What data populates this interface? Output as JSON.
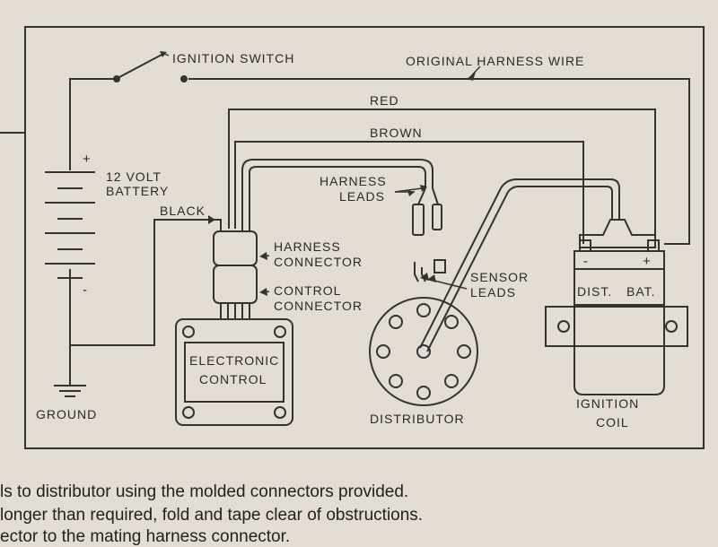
{
  "labels": {
    "ignition_switch": "IGNITION SWITCH",
    "original_harness_wire": "ORIGINAL HARNESS WIRE",
    "red": "RED",
    "brown": "BROWN",
    "battery_line1": "12 VOLT",
    "battery_line2": "BATTERY",
    "black": "BLACK",
    "harness_leads_line1": "HARNESS",
    "harness_leads_line2": "LEADS",
    "harness_connector_line1": "HARNESS",
    "harness_connector_line2": "CONNECTOR",
    "control_connector_line1": "CONTROL",
    "control_connector_line2": "CONNECTOR",
    "sensor_leads_line1": "SENSOR",
    "sensor_leads_line2": "LEADS",
    "electronic_control_line1": "ELECTRONIC",
    "electronic_control_line2": "CONTROL",
    "distributor": "DISTRIBUTOR",
    "ignition_coil_line1": "IGNITION",
    "ignition_coil_line2": "COIL",
    "ground": "GROUND",
    "dist_terminal": "DIST.",
    "bat_terminal": "BAT.",
    "battery_plus": "+",
    "battery_minus": "-",
    "coil_minus": "-",
    "coil_plus": "+"
  },
  "caption": {
    "line1": "ls to distributor using the molded connectors provided.",
    "line2": "longer than required, fold and tape clear of obstructions.",
    "line3": "ector to the mating harness connector."
  }
}
